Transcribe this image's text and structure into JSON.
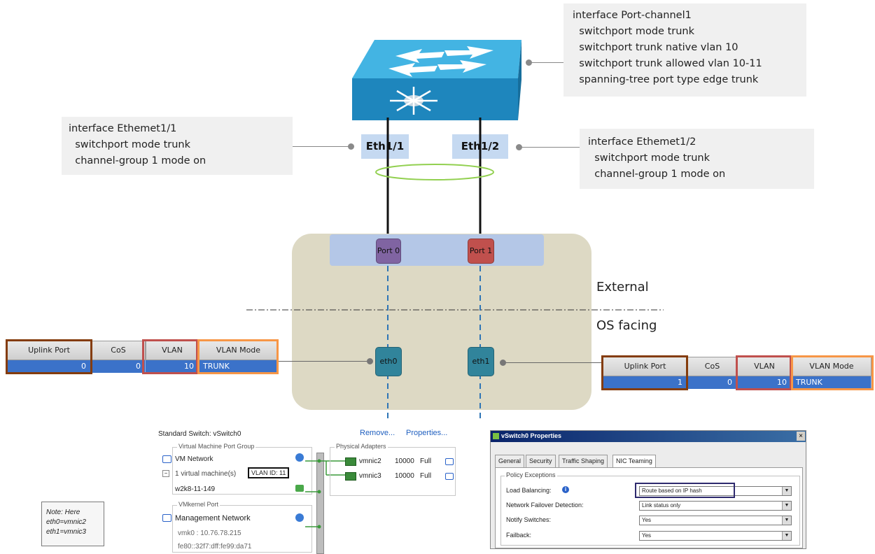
{
  "configs": {
    "port_channel": "interface Port-channel1\n  switchport mode trunk\n  switchport trunk native vlan 10\n  switchport trunk allowed vlan 10-11\n  spanning-tree port type edge trunk",
    "eth1_1": "interface Ethemet1/1\n  switchport mode trunk\n  channel-group 1 mode on",
    "eth1_2": "interface Ethemet1/2\n  switchport mode trunk\n  channel-group 1 mode on"
  },
  "switch_ports": {
    "eth1": "Eth1/1",
    "eth2": "Eth1/2"
  },
  "vic": {
    "port0": "Port 0",
    "port1": "Port 1",
    "eth0": "eth0",
    "eth1": "eth1",
    "external": "External",
    "os_facing": "OS facing"
  },
  "ucs_left": {
    "headers": [
      "Uplink Port",
      "CoS",
      "VLAN",
      "VLAN Mode"
    ],
    "values": [
      "0",
      "0",
      "10",
      "TRUNK"
    ]
  },
  "ucs_right": {
    "headers": [
      "Uplink Port",
      "CoS",
      "VLAN",
      "VLAN Mode"
    ],
    "values": [
      "1",
      "0",
      "10",
      "TRUNK"
    ]
  },
  "note": "Note: Here\neth0=vmnic2\neth1=vmnic3",
  "vswitch": {
    "title": "Standard Switch: vSwitch0",
    "remove": "Remove...",
    "properties": "Properties...",
    "vm_group_title": "Virtual Machine Port Group",
    "vm_network": "VM Network",
    "vm_count": "1 virtual machine(s)",
    "vlan_id": "VLAN ID: 11",
    "vm_name": "w2k8-11-149",
    "vmk_group_title": "VMkernel Port",
    "mgmt_network": "Management Network",
    "vmk_ip": "vmk0 : 10.76.78.215",
    "vmk_ipv6": "fe80::32f7:dff:fe99:da71",
    "phys_title": "Physical Adapters",
    "nics": [
      {
        "name": "vmnic2",
        "speed": "10000",
        "duplex": "Full"
      },
      {
        "name": "vmnic3",
        "speed": "10000",
        "duplex": "Full"
      }
    ]
  },
  "dialog": {
    "title": "vSwitch0 Properties",
    "close": "×",
    "tabs": [
      "General",
      "Security",
      "Traffic Shaping",
      "NIC Teaming"
    ],
    "group_title": "Policy Exceptions",
    "rows": [
      {
        "label": "Load Balancing:",
        "value": "Route based on IP hash"
      },
      {
        "label": "Network Failover Detection:",
        "value": "Link status only"
      },
      {
        "label": "Notify Switches:",
        "value": "Yes"
      },
      {
        "label": "Failback:",
        "value": "Yes"
      }
    ]
  },
  "colors": {
    "switch_top": "#29a8dc",
    "switch_side": "#1a7fb3",
    "vic_bg": "#ddd9c4",
    "vic_band": "#b4c7e7",
    "port0": "#8064a2",
    "port1": "#c0504d",
    "eth": "#31849b",
    "brown": "#843c0c",
    "red": "#c0504d",
    "orange": "#f79646",
    "ucs_blue": "#3b72c9"
  }
}
